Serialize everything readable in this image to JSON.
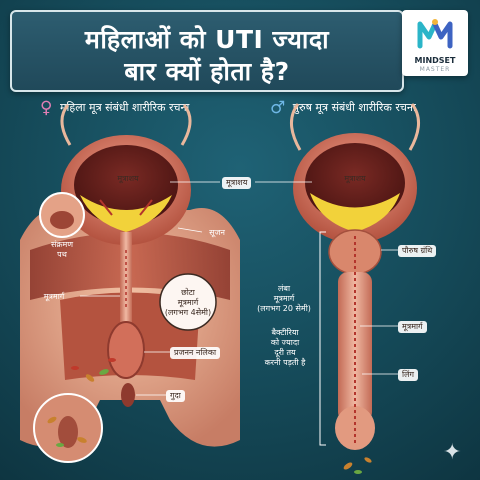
{
  "title": {
    "line1": "महिलाओं को UTI ज्यादा",
    "line2": "बार क्यों होता है?"
  },
  "logo": {
    "name": "MINDSET",
    "tag": "MASTER",
    "icon": "mindset-m-icon",
    "colors": [
      "#2bb5c8",
      "#3d63c2",
      "#f2b53a"
    ]
  },
  "female": {
    "symbol": "♀",
    "heading": "महिला मूत्र संबंधी शारीरिक रचना",
    "labels": {
      "bladder": "मूत्राशय",
      "swelling": "सूजन",
      "sphincter": "संक्रमण\nपथ",
      "urethra_left": "मूत्रमार्ग",
      "short_urethra": "छोटा\nमूत्रमार्ग\n(लगभग 4सेमी)",
      "reproductive": "प्रजनन नलिका",
      "anus": "गुदा"
    }
  },
  "male": {
    "symbol": "♂",
    "heading": "पुरुष मूत्र संबंधी शारीरिक रचना",
    "labels": {
      "bladder": "मूत्राशय",
      "bladder_tag": "मूत्राशय",
      "prostate": "पौरुष ग्रंथि",
      "long_urethra": "लंबा\nमूत्रमार्ग\n(लगभग 20 सेमी)",
      "bacteria_note": "बैक्टीरिया\nको ज्यादा\nदूरी तय\nकरनी पड़ती है",
      "urethra": "मूत्रमार्ग",
      "penis": "लिंग"
    }
  },
  "colors": {
    "background": "#154a59",
    "female_symbol": "#e17fb5",
    "male_symbol": "#6fb7e6",
    "urine": "#f2d23a",
    "tissue": "#d9826e",
    "bacteria": "#c8812e"
  }
}
